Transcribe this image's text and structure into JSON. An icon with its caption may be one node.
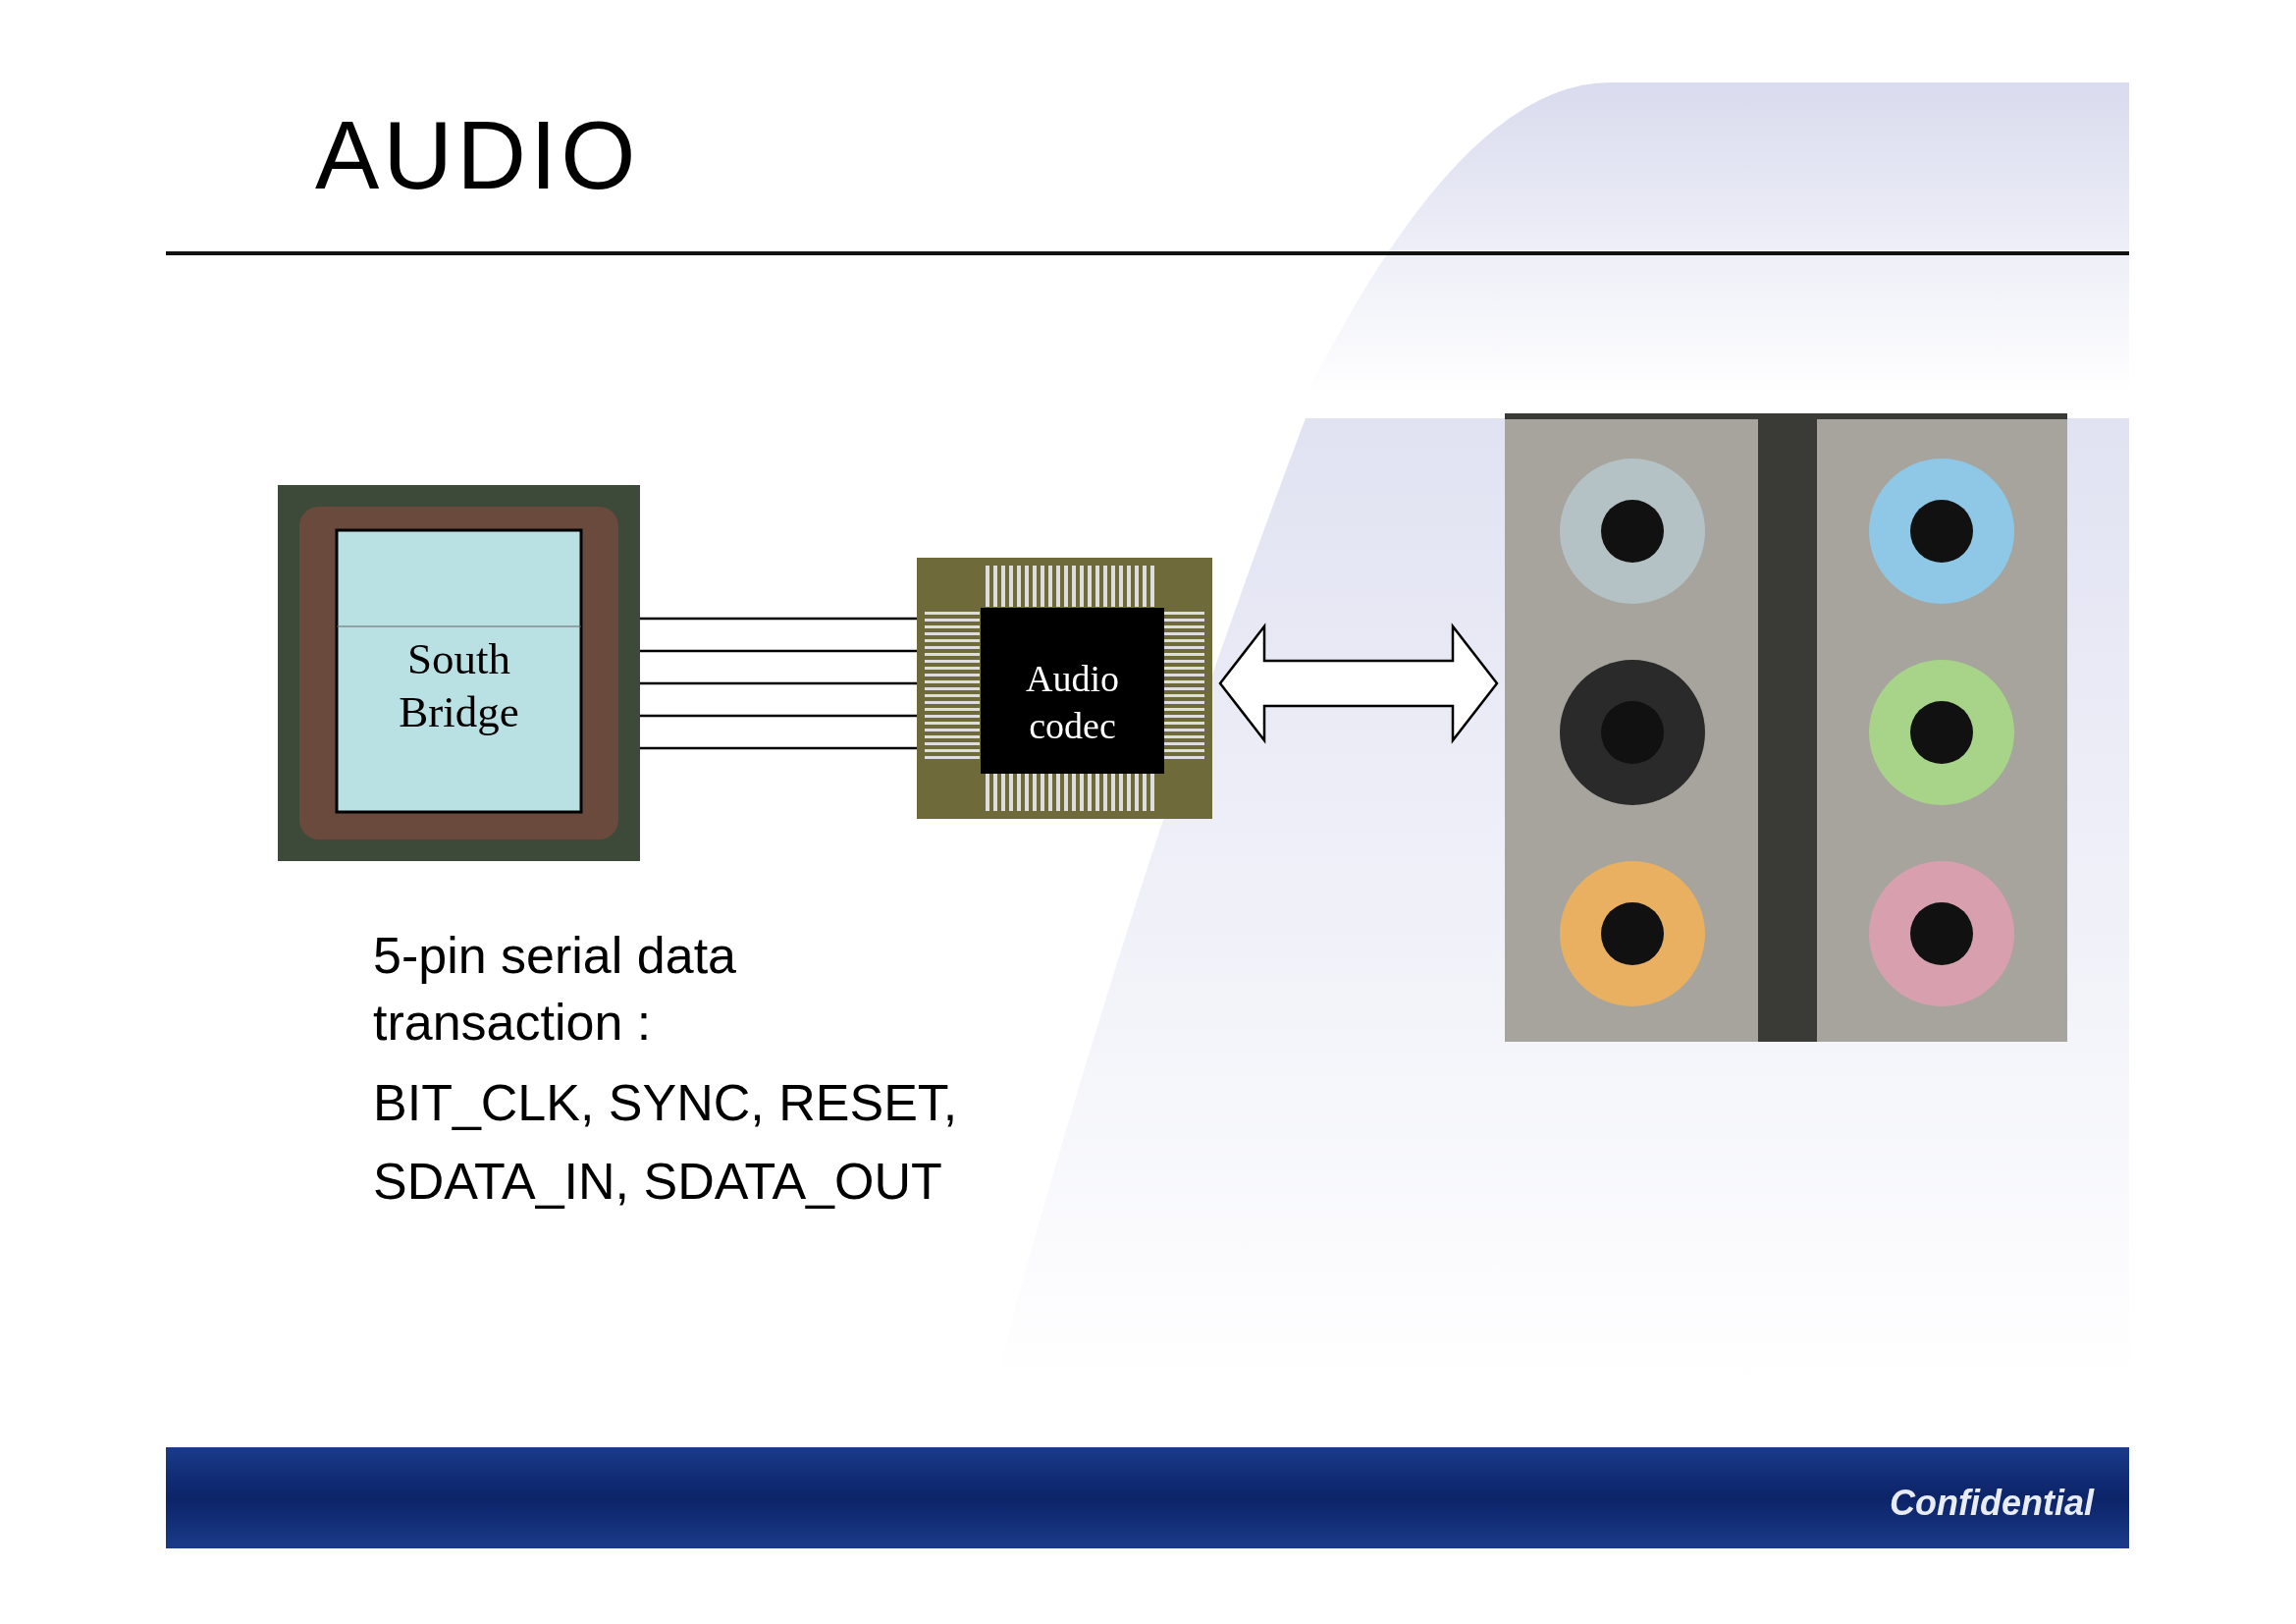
{
  "diagram": {
    "title": "AUDIO",
    "nodes": [
      {
        "text": [
          "South Bridge"
        ]
      },
      {
        "text": [
          "Audio codec"
        ]
      },
      {
        "text": [],
        "shape": "picture"
      }
    ],
    "edges": [
      {
        "from": 0,
        "to": 1,
        "arrow": "none"
      },
      {
        "from": 0,
        "to": 1,
        "arrow": "none"
      },
      {
        "from": 0,
        "to": 1,
        "arrow": "none"
      },
      {
        "from": 0,
        "to": 1,
        "arrow": "none"
      },
      {
        "from": 0,
        "to": 1,
        "arrow": "none"
      },
      {
        "from": 1,
        "to": 2,
        "arrow": "both"
      }
    ],
    "labels": [
      "5-pin serial data transaction :",
      "BIT_CLK, SYNC, RESET,",
      "SDATA_IN, SDATA_OUT",
      "Confidential"
    ]
  }
}
